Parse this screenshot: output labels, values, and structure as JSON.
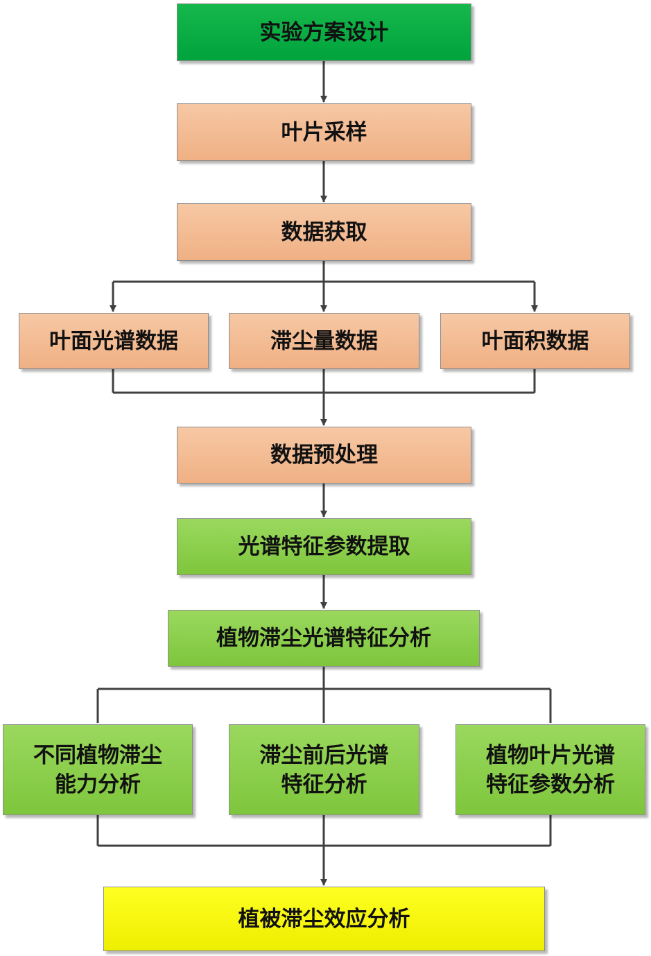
{
  "nodes": {
    "experiment_design": "实验方案设计",
    "leaf_sampling": "叶片采样",
    "data_acquisition": "数据获取",
    "leaf_spectral_data": "叶面光谱数据",
    "dust_amount_data": "滞尘量数据",
    "leaf_area_data": "叶面积数据",
    "data_preprocessing": "数据预处理",
    "spectral_feature_extraction": "光谱特征参数提取",
    "dust_spectral_analysis": "植物滞尘光谱特征分析",
    "dust_capacity_analysis": "不同植物滞尘\n能力分析",
    "before_after_analysis": "滞尘前后光谱\n特征分析",
    "leaf_spectral_param_analysis": "植物叶片光谱\n特征参数分析",
    "vegetation_dust_effect": "植被滞尘效应分析"
  },
  "colors": {
    "top": "#00a33c",
    "process": "#f0b084",
    "analysis": "#7ec63c",
    "result": "#eeee00",
    "line": "#404040"
  }
}
